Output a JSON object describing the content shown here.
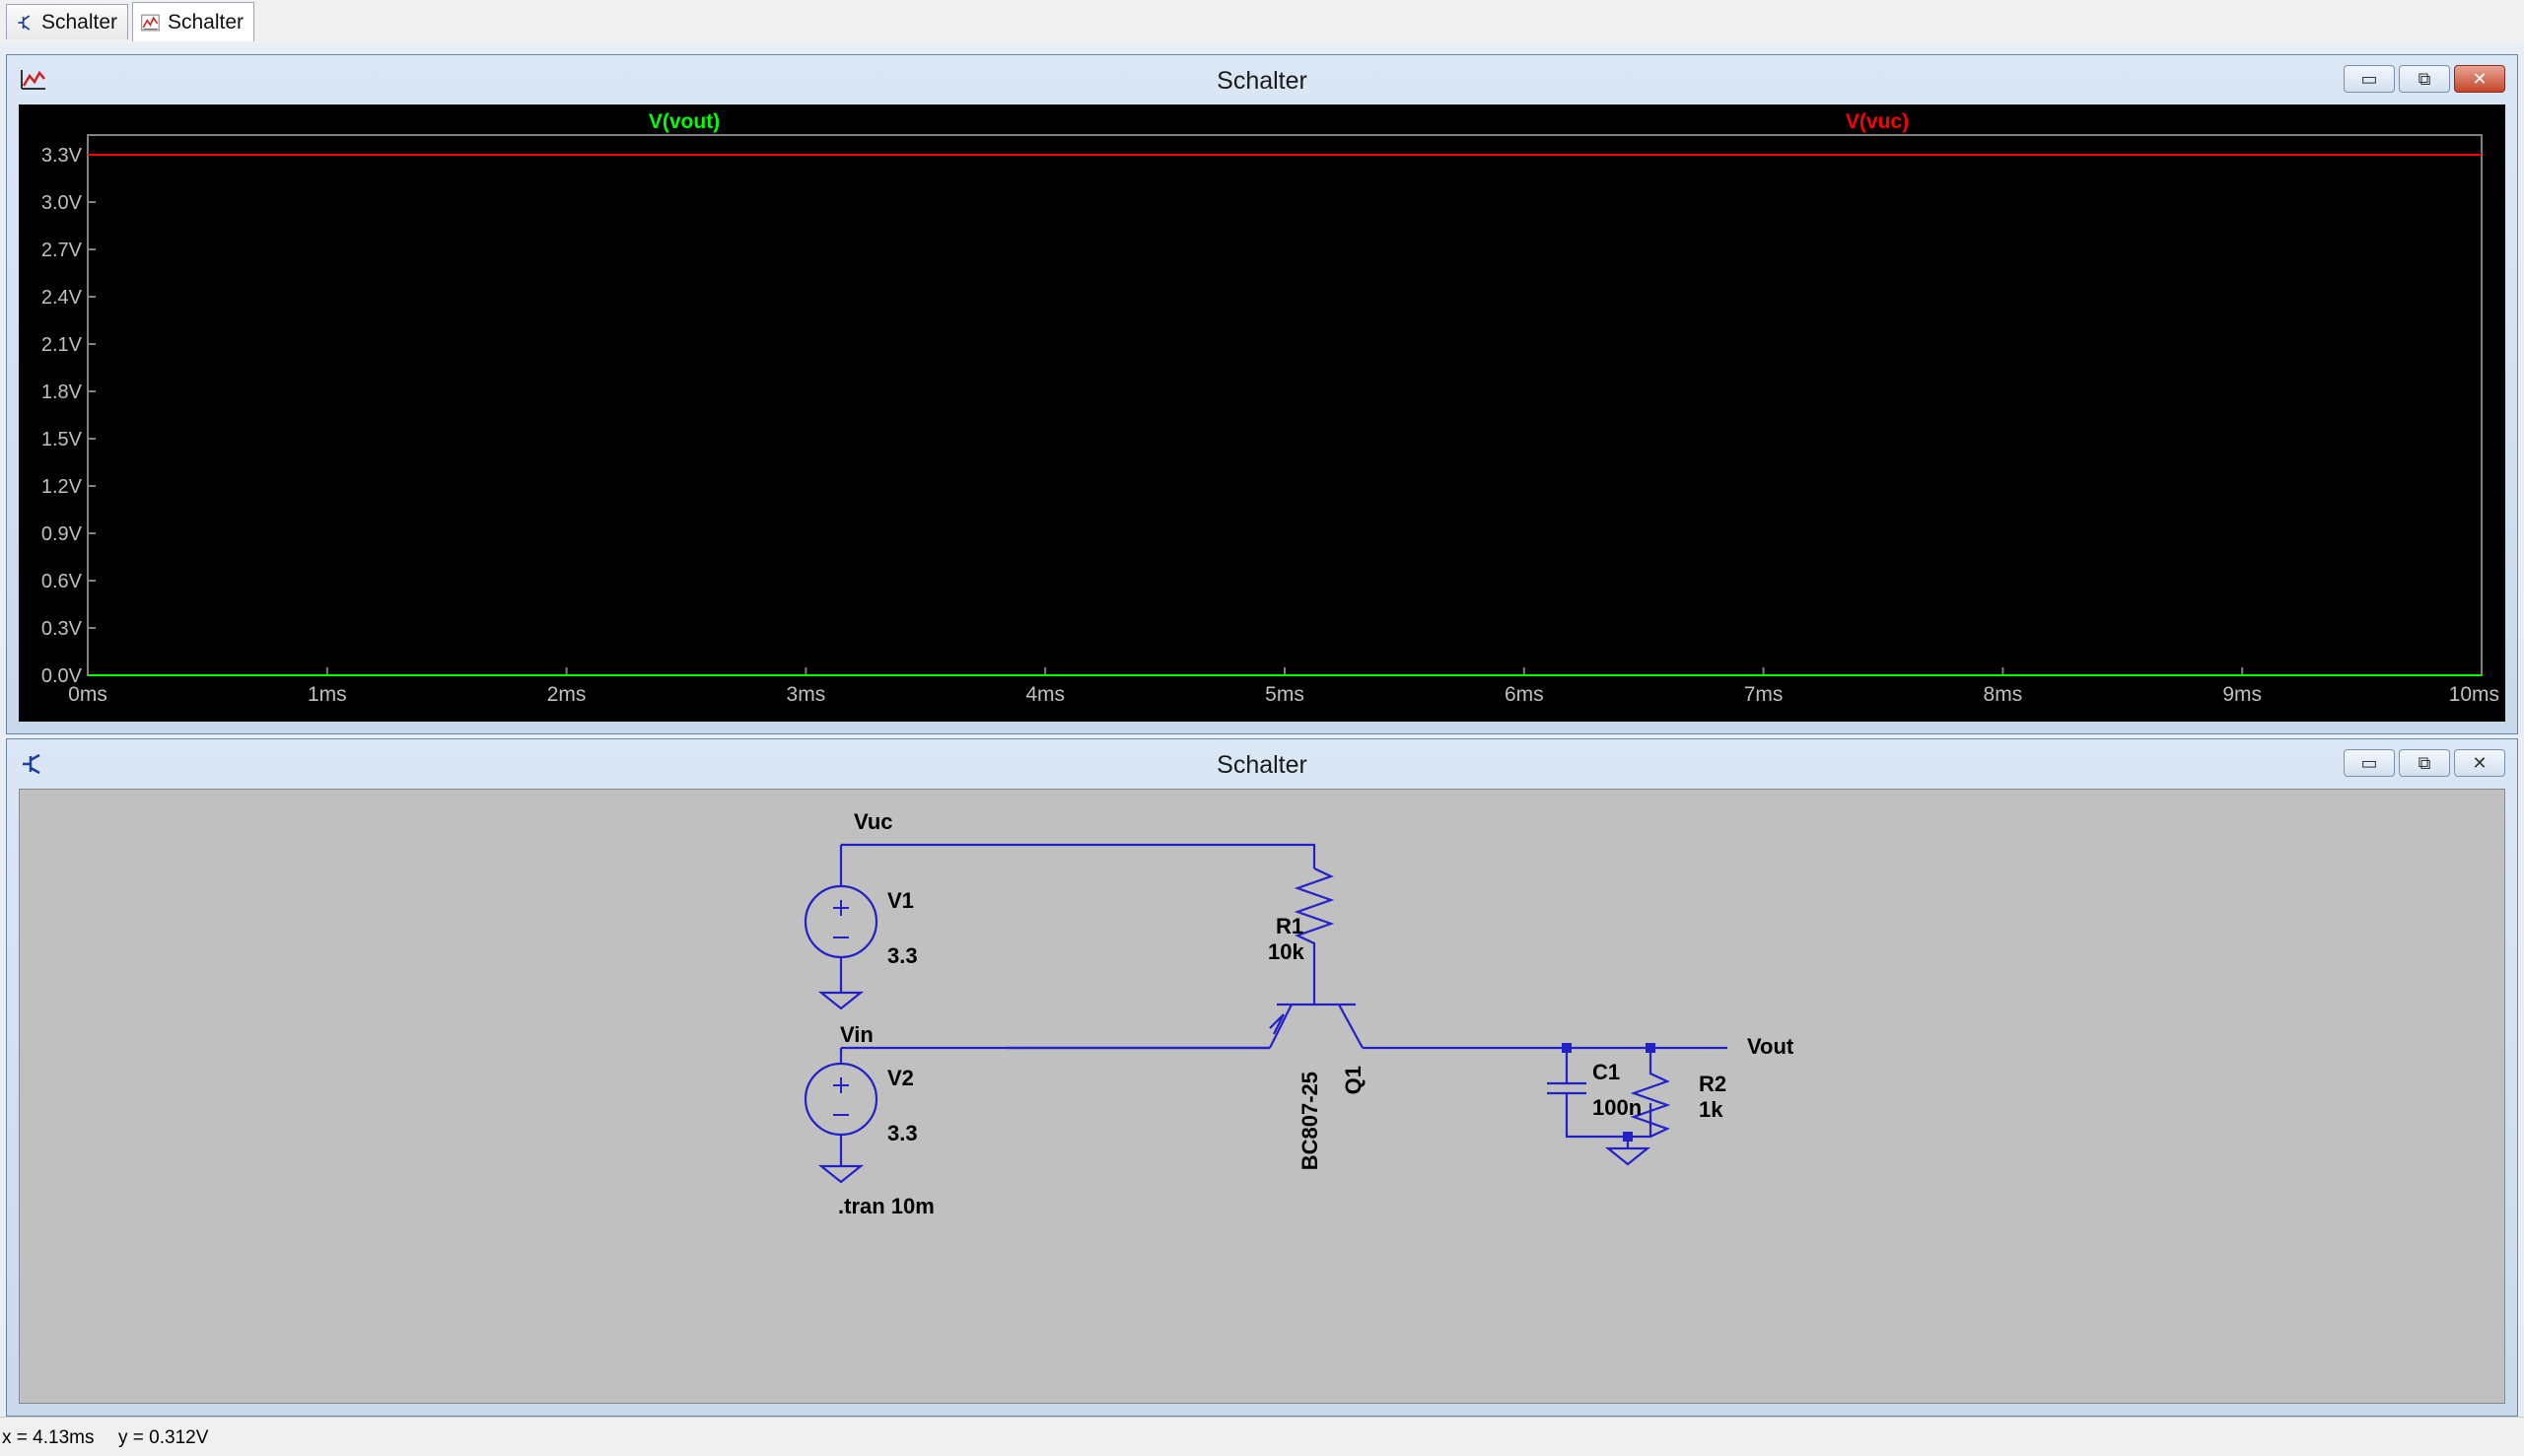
{
  "tabs": [
    {
      "label": "Schalter",
      "icon": "schematic-icon"
    },
    {
      "label": "Schalter",
      "icon": "waveform-icon"
    }
  ],
  "plot_window": {
    "title": "Schalter",
    "traces": [
      {
        "name": "V(vout)",
        "color": "#00ff00"
      },
      {
        "name": "V(vuc)",
        "color": "#ff0000"
      }
    ],
    "y_ticks": [
      "3.3V",
      "3.0V",
      "2.7V",
      "2.4V",
      "2.1V",
      "1.8V",
      "1.5V",
      "1.2V",
      "0.9V",
      "0.6V",
      "0.3V",
      "0.0V"
    ],
    "x_ticks": [
      "0ms",
      "1ms",
      "2ms",
      "3ms",
      "4ms",
      "5ms",
      "6ms",
      "7ms",
      "8ms",
      "9ms",
      "10ms"
    ]
  },
  "chart_data": {
    "type": "line",
    "x": [
      0,
      10
    ],
    "series": [
      {
        "name": "V(vout)",
        "color": "#00ff00",
        "values": [
          0.0,
          0.0
        ]
      },
      {
        "name": "V(vuc)",
        "color": "#ff0000",
        "values": [
          3.3,
          3.3
        ]
      }
    ],
    "xlim": [
      0,
      10
    ],
    "ylim": [
      0,
      3.3
    ],
    "x_unit": "ms",
    "y_unit": "V",
    "grid": false,
    "legend": "top"
  },
  "schematic_window": {
    "title": "Schalter",
    "labels": {
      "net_vuc": "Vuc",
      "net_vin": "Vin",
      "net_vout": "Vout",
      "v1_name": "V1",
      "v1_value": "3.3",
      "v2_name": "V2",
      "v2_value": "3.3",
      "r1_name": "R1",
      "r1_value": "10k",
      "r2_name": "R2",
      "r2_value": "1k",
      "c1_name": "C1",
      "c1_value": "100n",
      "q1_name": "Q1",
      "q1_model": "BC807-25",
      "directive": ".tran 10m"
    }
  },
  "status": {
    "x_readout": "x = 4.13ms",
    "y_readout": "y = 0.312V"
  },
  "window_buttons": {
    "minimize": "▭",
    "restore": "⧉",
    "close": "✕"
  }
}
